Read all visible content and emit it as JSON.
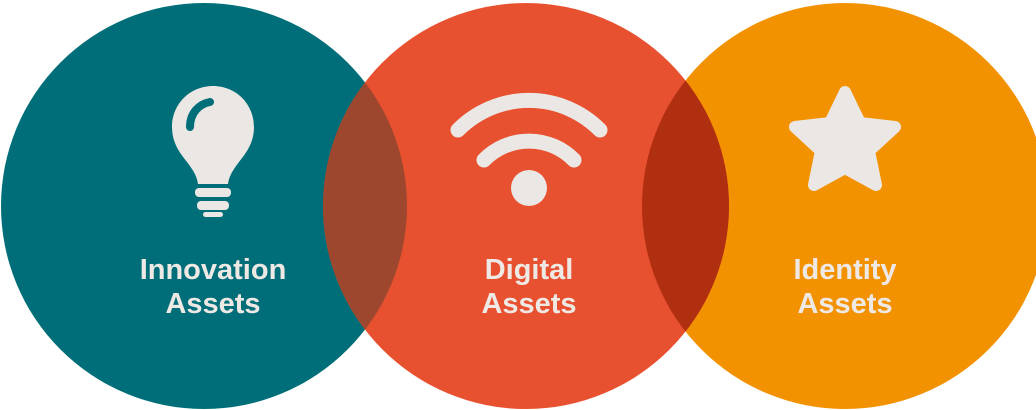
{
  "diagram": {
    "type": "venn-three-circles",
    "background_color": "#ffffff",
    "circles": [
      {
        "id": "innovation",
        "line1": "Innovation",
        "line2": "Assets",
        "icon": "lightbulb-icon",
        "color": "#006e78"
      },
      {
        "id": "digital",
        "line1": "Digital",
        "line2": "Assets",
        "icon": "wifi-icon",
        "color": "#e8512f"
      },
      {
        "id": "identity",
        "line1": "Identity",
        "line2": "Assets",
        "icon": "star-icon",
        "color": "#f39200"
      }
    ],
    "overlaps": [
      {
        "between": [
          "innovation",
          "digital"
        ],
        "color": "#9e472f"
      },
      {
        "between": [
          "digital",
          "identity"
        ],
        "color": "#b02f10"
      }
    ],
    "icon_color": "#ebe7e4",
    "text_color": "#efe9e6"
  }
}
